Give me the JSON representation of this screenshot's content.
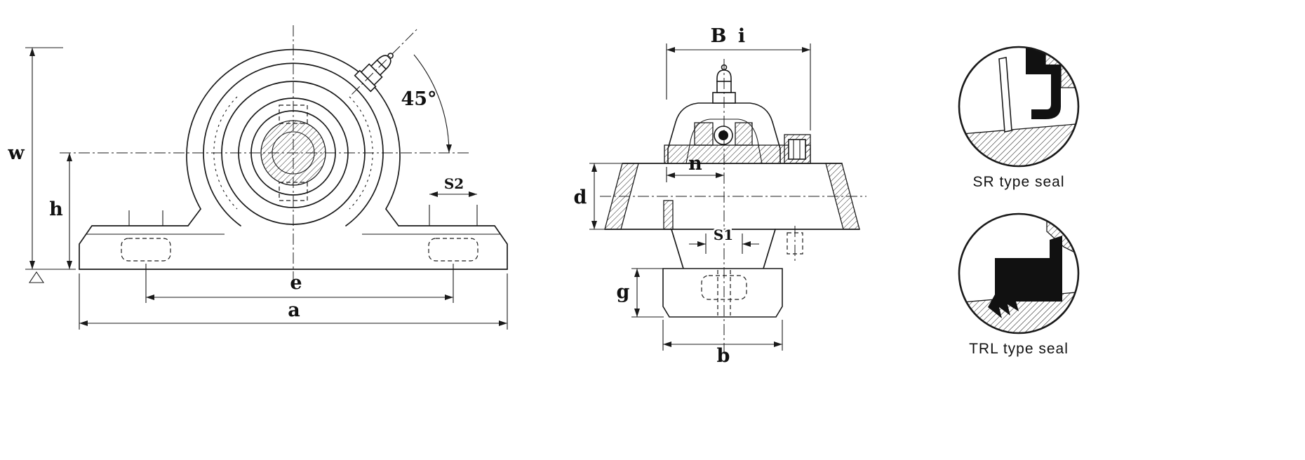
{
  "front_view": {
    "dim_w": "w",
    "dim_h": "h",
    "dim_e": "e",
    "dim_a": "a",
    "dim_s2": "S2",
    "angle_label": "45°"
  },
  "side_view": {
    "dim_B": "B",
    "dim_i": "i",
    "dim_n": "n",
    "dim_d": "d",
    "dim_s1": "S1",
    "dim_g": "g",
    "dim_b": "b"
  },
  "seal_details": {
    "sr_label": "SR type seal",
    "trl_label": "TRL type seal"
  },
  "colors": {
    "line": "#1a1a1a",
    "background": "#ffffff"
  }
}
